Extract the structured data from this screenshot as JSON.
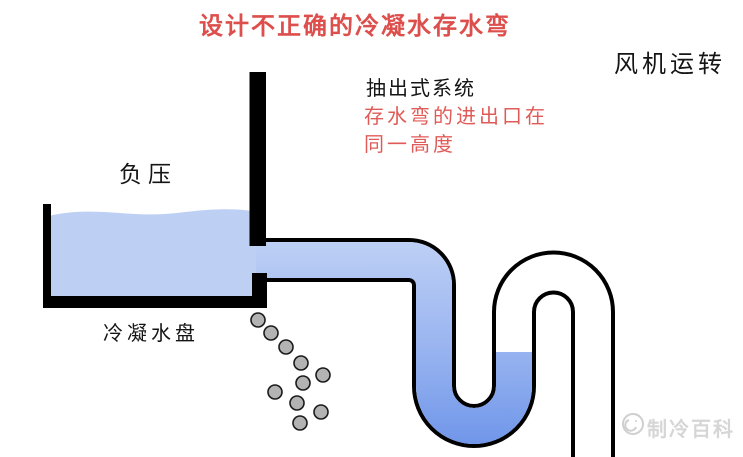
{
  "title": {
    "text": "设计不正确的冷凝水存水弯"
  },
  "annotations": {
    "fan_status": "风机运转",
    "system_type": "抽出式系统",
    "trap_note_line1": "存水弯的进出口在",
    "trap_note_line2": "同一高度",
    "negative_pressure": "负压",
    "drain_pan": "冷凝水盘"
  },
  "watermark": {
    "logo_icon": "penguin-circle-logo",
    "text": "制冷百科"
  },
  "diagram": {
    "type": "hvac-condensate-trap-schematic",
    "elements": [
      "drain-pan",
      "air-handler-wall",
      "drain-outlet",
      "condensate-droplets",
      "s-trap-pipe",
      "trap-water"
    ],
    "droplet_count": 10,
    "colors": {
      "title_red": "#dc4f4c",
      "note_red": "#e05b58",
      "water_light": "#bdd0f4",
      "water_deep": "#6d94e9",
      "pipe_outline": "#000000",
      "droplet_gray": "#b3b3b3",
      "watermark_gray": "#d6d6d6"
    }
  }
}
